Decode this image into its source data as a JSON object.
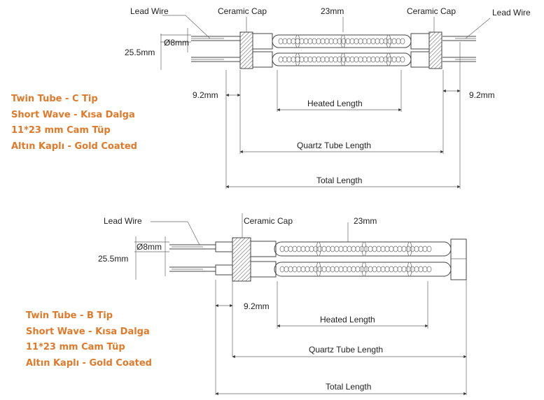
{
  "colors": {
    "note": "#e07a2a",
    "line": "#444444"
  },
  "diagram_c": {
    "labels": {
      "lead_wire_left": "Lead Wire",
      "ceramic_cap_left": "Ceramic Cap",
      "tube_dia": "23mm",
      "ceramic_cap_right": "Ceramic Cap",
      "lead_wire_right": "Lead Wire",
      "wire_dia": "Ø8mm",
      "height": "25.5mm",
      "cap_left": "9.2mm",
      "cap_right": "9.2mm",
      "heated_length": "Heated Length",
      "quartz_length": "Quartz Tube Length",
      "total_length": "Total Length"
    },
    "notes": [
      "Twin Tube -  C Tip",
      "Short Wave - Kısa Dalga",
      "11*23 mm Cam Tüp",
      "Altın Kaplı - Gold Coated"
    ]
  },
  "diagram_b": {
    "labels": {
      "lead_wire": "Lead Wire",
      "ceramic_cap": "Ceramic Cap",
      "tube_dia": "23mm",
      "wire_dia": "Ø8mm",
      "height": "25.5mm",
      "cap_left": "9.2mm",
      "heated_length": "Heated Length",
      "quartz_length": "Quartz Tube Length",
      "total_length": "Total Length"
    },
    "notes": [
      "Twin Tube - B Tip",
      "Short Wave - Kısa Dalga",
      "11*23 mm Cam Tüp",
      "Altın Kaplı - Gold Coated"
    ]
  }
}
